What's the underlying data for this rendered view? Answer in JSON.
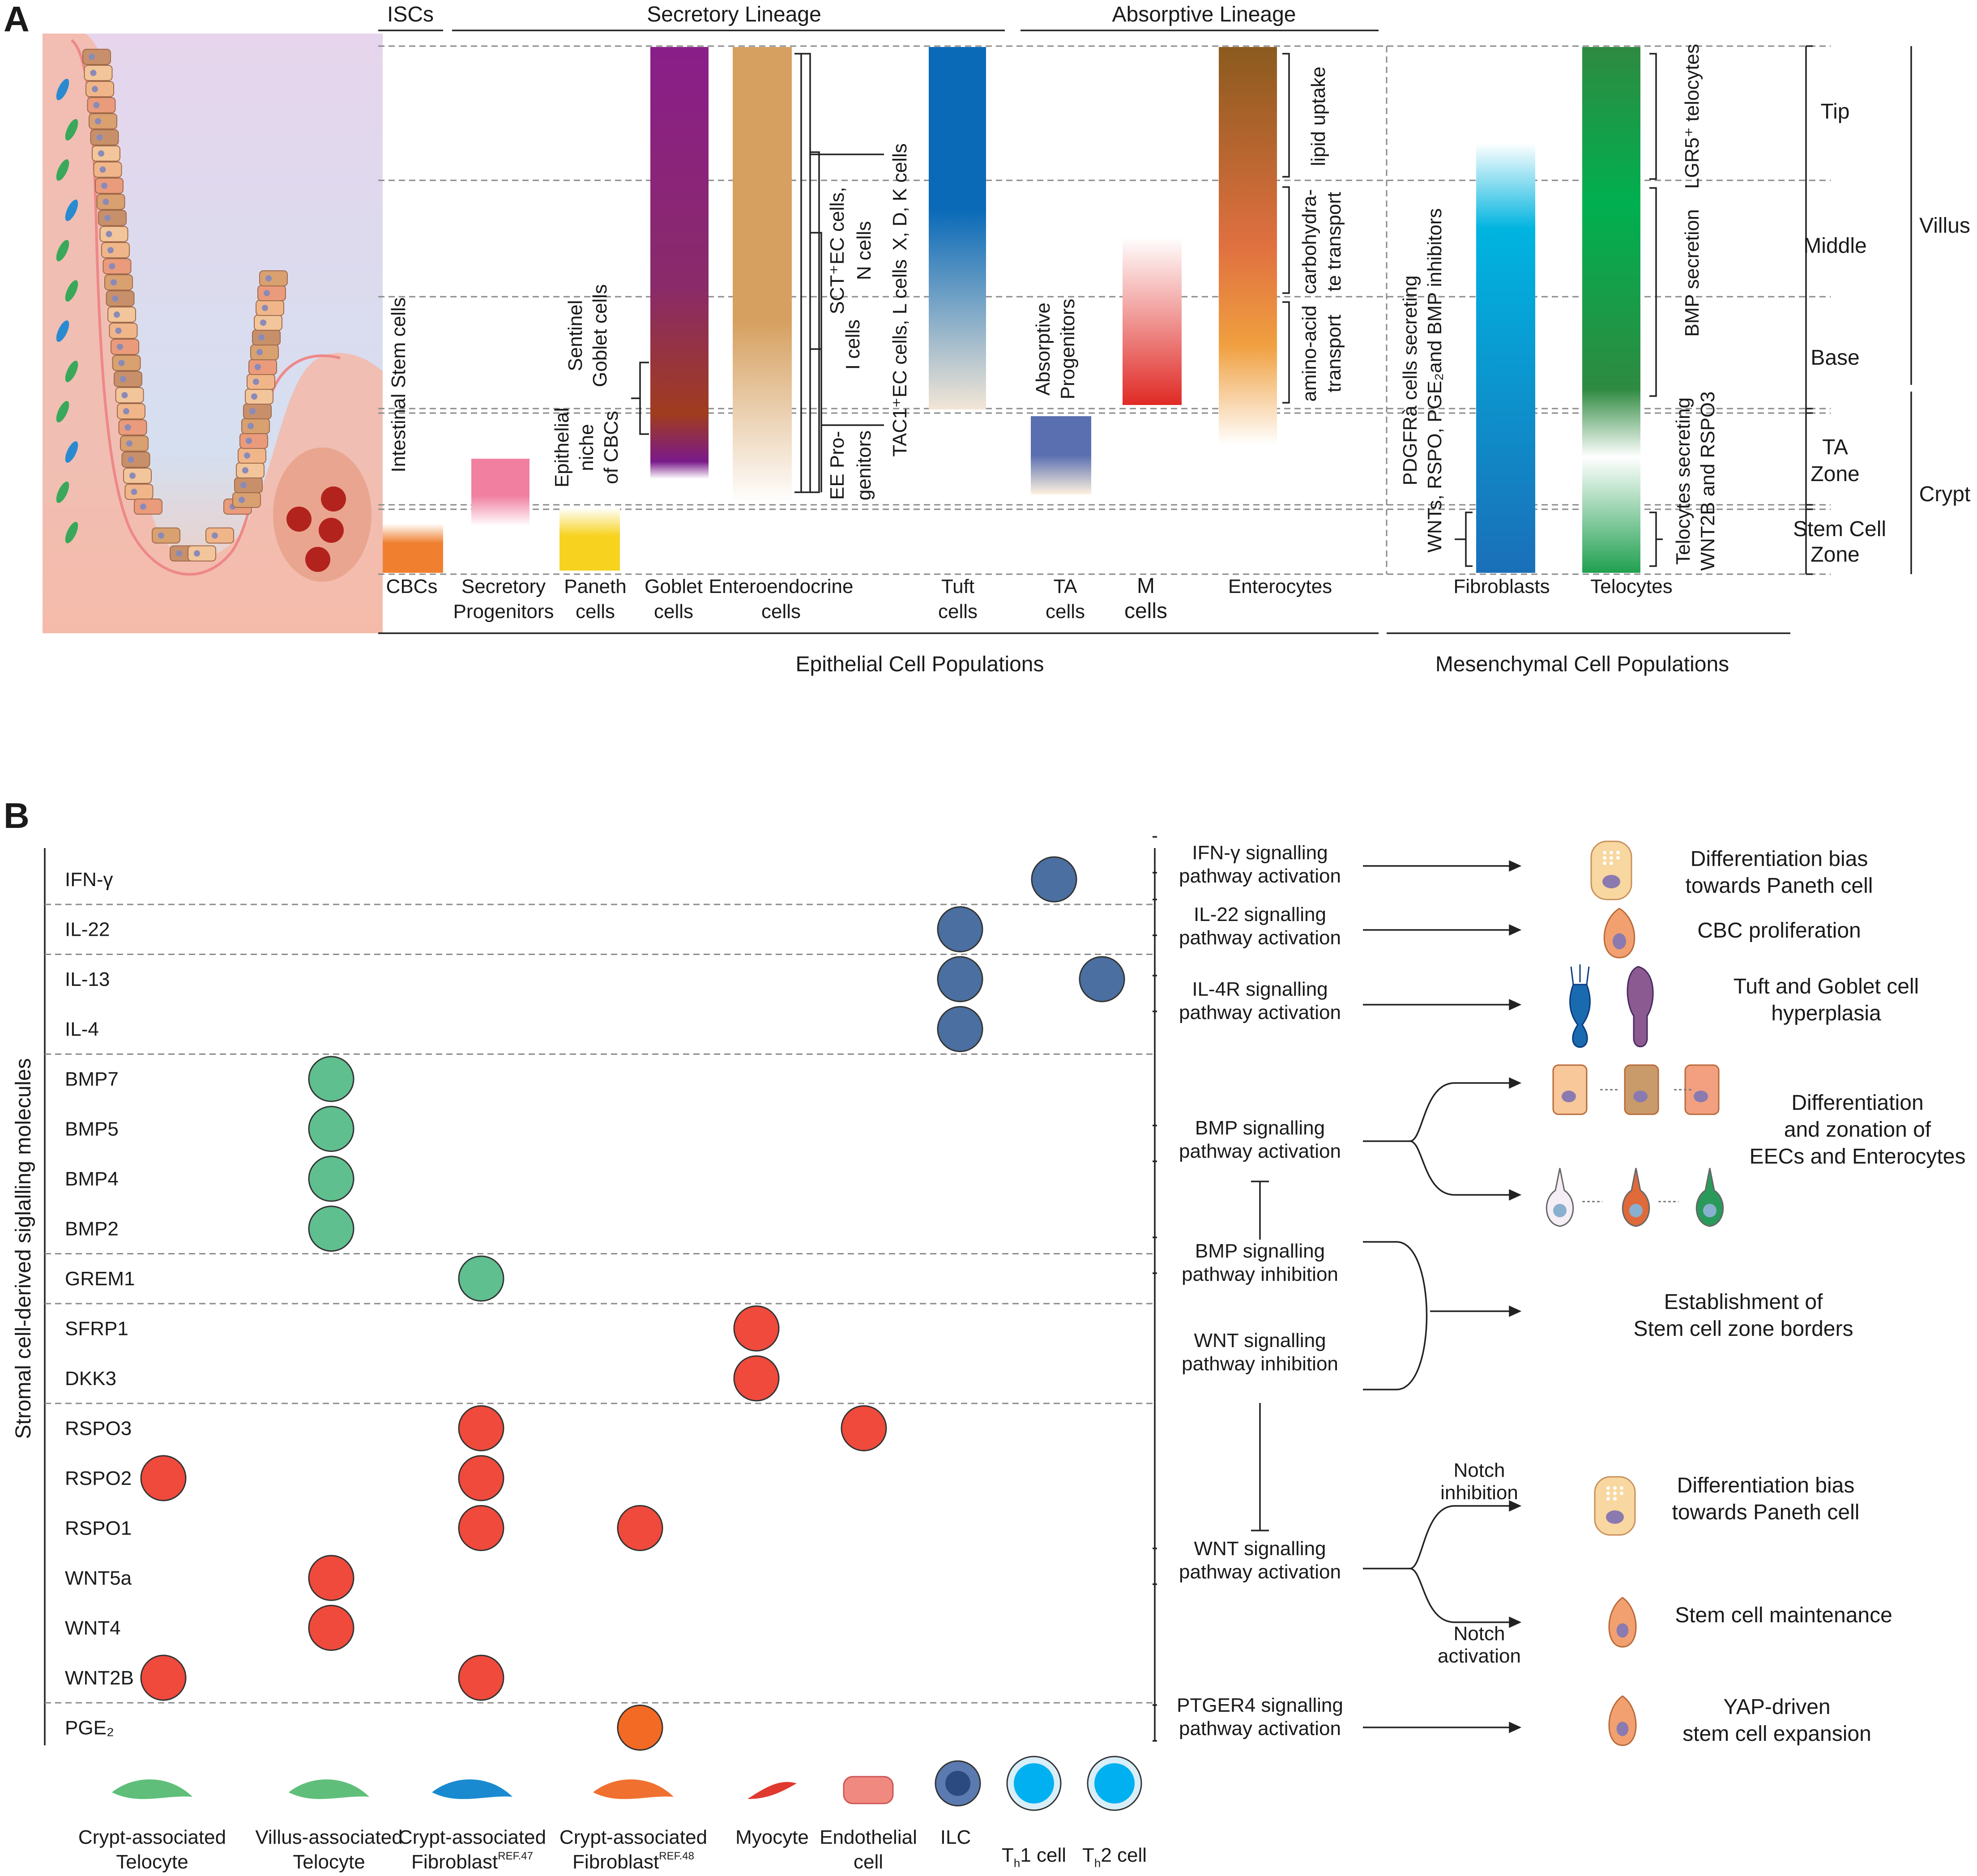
{
  "panel_a": {
    "label": "A",
    "lineage_headers": {
      "iscs": "ISCs",
      "secretory": "Secretory Lineage",
      "absorptive": "Absorptive Lineage"
    },
    "columns": [
      {
        "key": "cbc",
        "label": [
          "CBCs"
        ],
        "top_label": [
          "Intestinal Stem cells"
        ],
        "gradient": [
          "#f08030",
          "#ffffff"
        ]
      },
      {
        "key": "secprog",
        "label": [
          "Secretory",
          "Progenitors"
        ],
        "gradient": [
          "#f07fa0",
          "#ffffff"
        ]
      },
      {
        "key": "paneth",
        "label": [
          "Paneth",
          "cells"
        ],
        "top_label": [
          "Epithelial",
          "niche",
          "of CBCs"
        ],
        "gradient": [
          "#f7d21e",
          "#ffffff"
        ]
      },
      {
        "key": "goblet",
        "label": [
          "Goblet",
          "cells"
        ],
        "top_label": [
          "Sentinel",
          "Goblet cells"
        ],
        "gradient": [
          "#8a1e8a",
          "#a03c1e"
        ]
      },
      {
        "key": "eec",
        "label": [
          "Enteroendocrine",
          "cells"
        ],
        "gradient": [
          "#d6a060",
          "#ffffff"
        ]
      },
      {
        "key": "tuft",
        "label": [
          "Tuft",
          "cells"
        ],
        "gradient": [
          "#0a6ab8",
          "#ffffff"
        ]
      },
      {
        "key": "ta",
        "label": [
          "TA",
          "cells"
        ],
        "top_label": [
          "Absorptive",
          "Progenitors"
        ],
        "gradient": [
          "#5a6fb0",
          "#ffffff"
        ]
      },
      {
        "key": "m",
        "label": [
          "M",
          "cells"
        ],
        "gradient": [
          "#e02a25",
          "#ffffff"
        ]
      },
      {
        "key": "ent",
        "label": [
          "Enterocytes"
        ],
        "gradient": [
          "#8b5a1e",
          "#f0a040"
        ]
      },
      {
        "key": "fib",
        "label": [
          "Fibroblasts"
        ],
        "gradient": [
          "#1a7ac0",
          "#ffffff"
        ]
      },
      {
        "key": "telo",
        "label": [
          "Telocytes"
        ],
        "gradient": [
          "#2e8a40",
          "#ffffff"
        ]
      }
    ],
    "eec_brackets": [
      "X, D, K cells",
      "SCT⁺EC cells,",
      "N cells",
      "I cells",
      "TAC1⁺EC cells, L cells",
      "EE Pro-",
      "genitors"
    ],
    "enterocyte_brackets": [
      "lipid uptake",
      "carbohydra-",
      "te transport",
      "amino-acid",
      "transport"
    ],
    "fibroblast_text": [
      "PDGFRà cells secreting",
      "WNTs, RSPO, PGE₂and BMP inhibitors"
    ],
    "telocyte_text": [
      "LGR5⁺ telocytes",
      "BMP secretion",
      "Telocytes secreting",
      "WNT2B and RSPO3"
    ],
    "zones": [
      "Tip",
      "Middle",
      "Base",
      "TA",
      "Zone",
      "Stem Cell",
      "Zone"
    ],
    "regions": [
      "Villus",
      "Crypt"
    ],
    "populations": [
      "Epithelial Cell Populations",
      "Mesenchymal Cell Populations"
    ]
  },
  "panel_b": {
    "label": "B",
    "y_axis_title": "Stromal cell-derived siglalling molecules",
    "molecules": [
      "IFN-γ",
      "IL-22",
      "IL-13",
      "IL-4",
      "BMP7",
      "BMP5",
      "BMP4",
      "BMP2",
      "GREM1",
      "SFRP1",
      "DKK3",
      "RSPO3",
      "RSPO2",
      "RSPO1",
      "WNT5a",
      "WNT4",
      "WNT2B",
      "PGE₂"
    ],
    "cell_types": [
      {
        "name": "Crypt-associated",
        "name2": "Telocyte",
        "sup": "",
        "icon": "crypt-telocyte-icon"
      },
      {
        "name": "Villus-associated",
        "name2": "Telocyte",
        "sup": "",
        "icon": "villus-telocyte-icon"
      },
      {
        "name": "Crypt-associated",
        "name2": "Fibroblast",
        "sup": "REF.47",
        "icon": "fibroblast-47-icon"
      },
      {
        "name": "Crypt-associated",
        "name2": "Fibroblast",
        "sup": "REF.48",
        "icon": "fibroblast-48-icon"
      },
      {
        "name": "Myocyte",
        "name2": "",
        "sup": "",
        "icon": "myocyte-icon"
      },
      {
        "name": "Endothelial",
        "name2": "cell",
        "sup": "",
        "icon": "endothelial-icon"
      },
      {
        "name": "ILC",
        "name2": "",
        "sup": "",
        "icon": "ilc-icon"
      },
      {
        "name": "T",
        "name2": "1 cell",
        "sup": "h",
        "icon": "th1-icon"
      },
      {
        "name": "T",
        "name2": "2 cell",
        "sup": "h",
        "icon": "th2-icon"
      }
    ],
    "dot_matrix": [
      {
        "molecule": "IFN-γ",
        "cells": [
          7
        ],
        "color": "#4a6fa0"
      },
      {
        "molecule": "IL-22",
        "cells": [
          6
        ],
        "color": "#4a6fa0"
      },
      {
        "molecule": "IL-13",
        "cells": [
          6,
          8
        ],
        "color": "#4a6fa0"
      },
      {
        "molecule": "IL-4",
        "cells": [
          6
        ],
        "color": "#4a6fa0"
      },
      {
        "molecule": "BMP7",
        "cells": [
          1
        ],
        "color": "#5fbf8f"
      },
      {
        "molecule": "BMP5",
        "cells": [
          1
        ],
        "color": "#5fbf8f"
      },
      {
        "molecule": "BMP4",
        "cells": [
          1
        ],
        "color": "#5fbf8f"
      },
      {
        "molecule": "BMP2",
        "cells": [
          1
        ],
        "color": "#5fbf8f"
      },
      {
        "molecule": "GREM1",
        "cells": [
          2
        ],
        "color": "#5fbf8f"
      },
      {
        "molecule": "SFRP1",
        "cells": [
          4
        ],
        "color": "#ef4a3c"
      },
      {
        "molecule": "DKK3",
        "cells": [
          4
        ],
        "color": "#ef4a3c"
      },
      {
        "molecule": "RSPO3",
        "cells": [
          2,
          5
        ],
        "color": "#ef4a3c"
      },
      {
        "molecule": "RSPO2",
        "cells": [
          0,
          2
        ],
        "color": "#ef4a3c"
      },
      {
        "molecule": "RSPO1",
        "cells": [
          2,
          3
        ],
        "color": "#ef4a3c"
      },
      {
        "molecule": "WNT5a",
        "cells": [
          1
        ],
        "color": "#ef4a3c"
      },
      {
        "molecule": "WNT4",
        "cells": [
          1
        ],
        "color": "#ef4a3c"
      },
      {
        "molecule": "WNT2B",
        "cells": [
          0,
          2
        ],
        "color": "#ef4a3c"
      },
      {
        "molecule": "PGE₂",
        "cells": [
          3
        ],
        "color": "#f26a24"
      }
    ],
    "pathways": [
      [
        "IFN-γ signalling",
        "pathway activation"
      ],
      [
        "IL-22 signalling",
        "pathway activation"
      ],
      [
        "IL-4R signalling",
        "pathway activation"
      ],
      [
        "BMP signalling",
        "pathway activation"
      ],
      [
        "BMP signalling",
        "pathway inhibition"
      ],
      [
        "WNT signalling",
        "pathway inhibition"
      ],
      [
        "WNT signalling",
        "pathway activation"
      ],
      [
        "PTGER4 signalling",
        "pathway activation"
      ]
    ],
    "notch": [
      [
        "Notch",
        "inhibition"
      ],
      [
        "Notch",
        "activation"
      ]
    ],
    "outcomes": [
      [
        "Differentiation bias",
        "towards Paneth cell"
      ],
      [
        "CBC proliferation"
      ],
      [
        "Tuft and Goblet cell",
        "hyperplasia"
      ],
      [
        "Differentiation",
        "and zonation of",
        "EECs and Enterocytes"
      ],
      [
        "Establishment of",
        "Stem cell zone borders"
      ],
      [
        "Differentiation bias",
        "towards Paneth cell"
      ],
      [
        "Stem cell maintenance"
      ],
      [
        "YAP-driven",
        "stem cell expansion"
      ]
    ]
  }
}
